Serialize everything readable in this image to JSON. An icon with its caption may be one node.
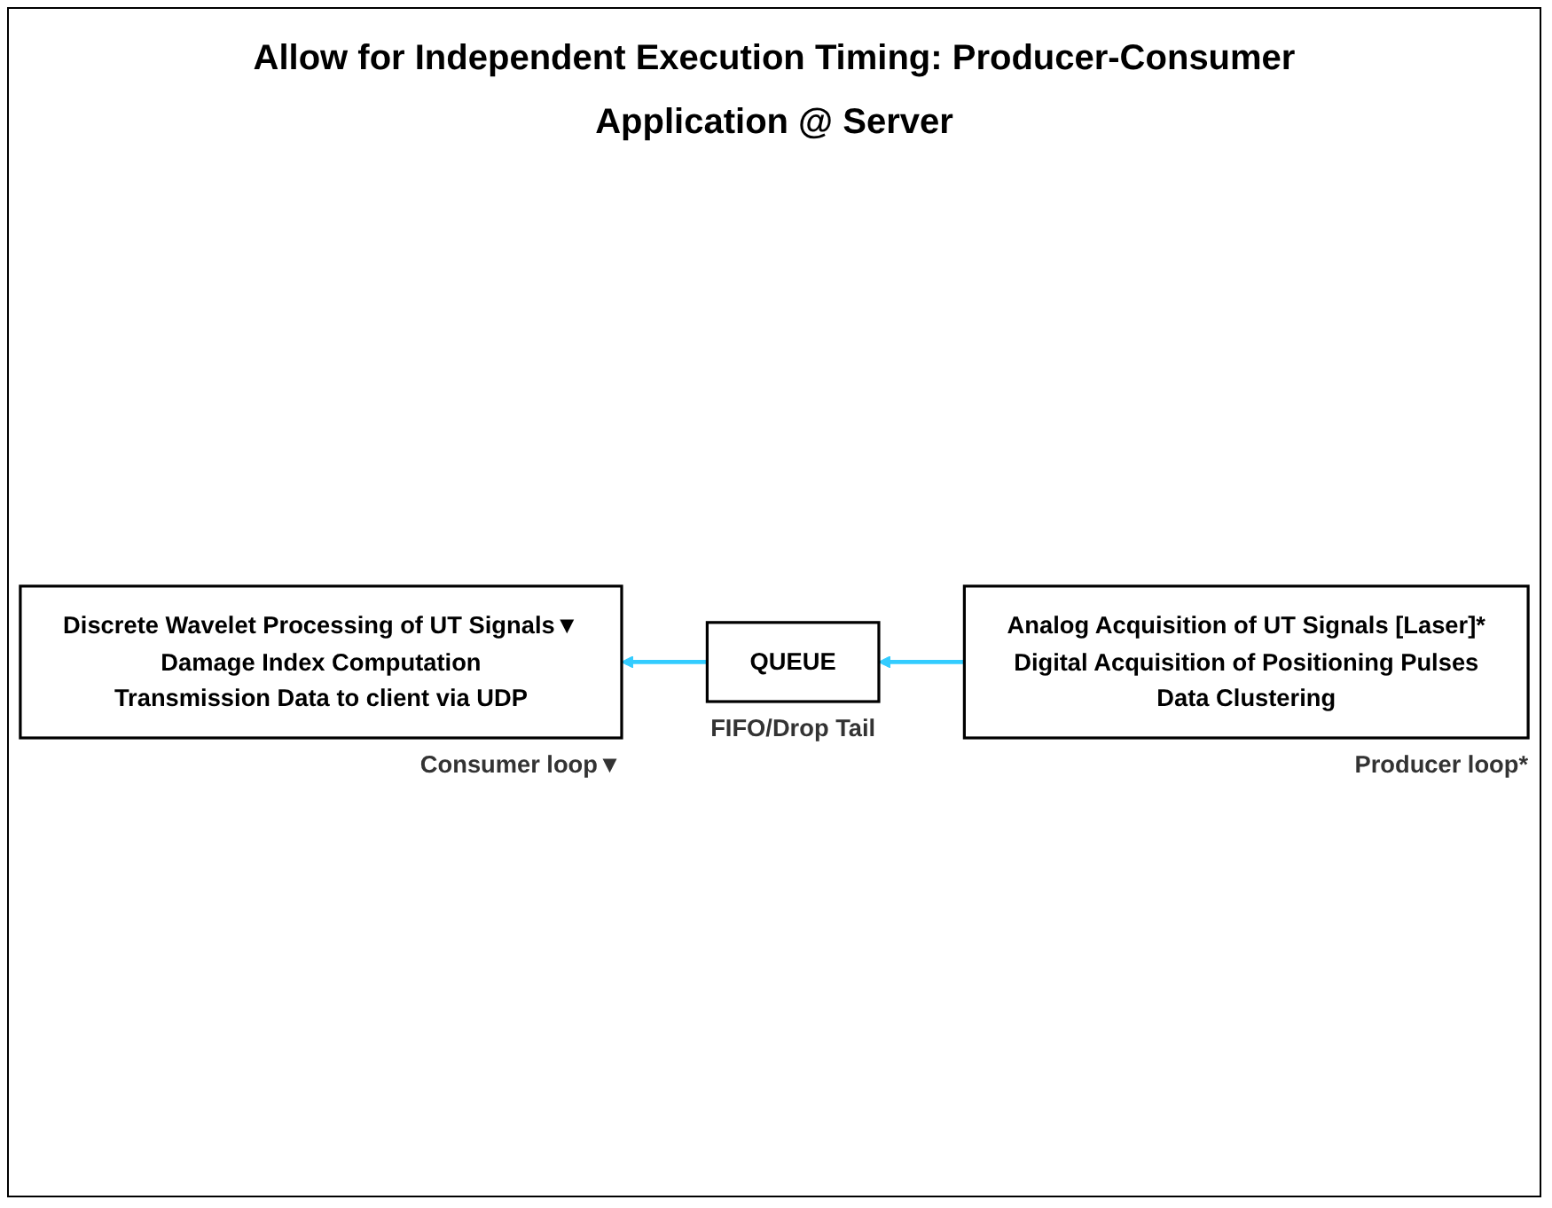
{
  "diagram": {
    "title": "Allow for Independent Execution Timing: Producer-Consumer Application @ Server",
    "nodes": [
      {
        "text": [
          "Analog Acquisition of UT Signals [Laser]*",
          "Digital Acquisition of Positioning Pulses",
          "Data Clustering"
        ],
        "beside": [
          "Producer loop*"
        ]
      },
      {
        "text": [
          "QUEUE"
        ],
        "beside": [
          "FIFO/Drop Tail"
        ]
      },
      {
        "text": [
          "Discrete Wavelet Processing of UT Signals▼",
          "Damage Index Computation",
          "Transmission Data to client via UDP"
        ],
        "beside": [
          "Consumer loop▼"
        ]
      }
    ],
    "edges": [
      {
        "from": 0,
        "to": 1,
        "arrow": "to"
      },
      {
        "from": 1,
        "to": 2,
        "arrow": "to"
      }
    ]
  }
}
